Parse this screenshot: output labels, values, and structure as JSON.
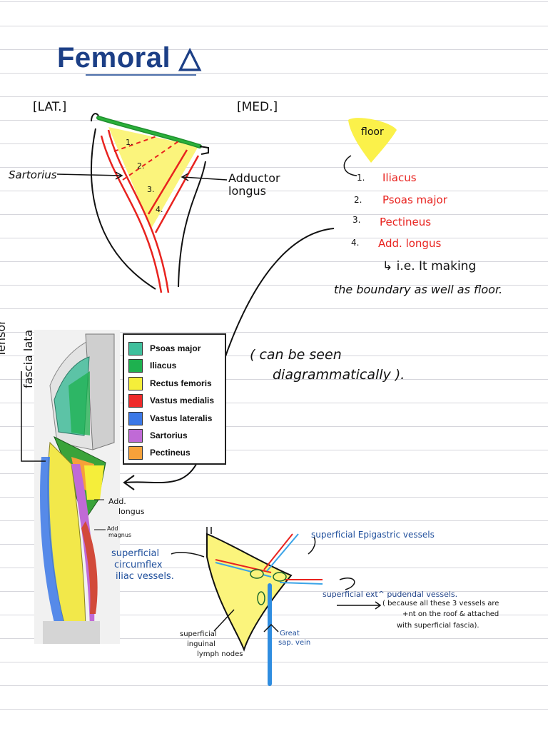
{
  "title": "Femoral",
  "orientation": {
    "lateral": "[LAT.]",
    "medial": "[MED.]"
  },
  "triangle_numbers": [
    "1.",
    "2.",
    "3.",
    "4."
  ],
  "labels": {
    "sartorius": "Sartorius",
    "adductor_line1": "Adductor",
    "adductor_line2": "longus"
  },
  "floor": {
    "badge": "floor",
    "items": [
      {
        "number": "1.",
        "name": "Iliacus"
      },
      {
        "number": "2.",
        "name": "Psoas major"
      },
      {
        "number": "3.",
        "name": "Pectineus"
      },
      {
        "number": "4.",
        "name": "Add. longus"
      }
    ],
    "note_line1": "↳ i.e. It making",
    "note_line2": "the boundary as well as floor."
  },
  "diagram_note": {
    "line1": "( can be seen",
    "line2": "diagrammatically )."
  },
  "anatomy_labels": {
    "tensor_line1": "Tensor",
    "tensor_line2": "fascia lata",
    "add_longus_line1": "Add.",
    "add_longus_line2": "longus",
    "add_magnus_line1": "Add",
    "add_magnus_line2": "magnus"
  },
  "legend": [
    {
      "label": "Psoas major",
      "color": "#3fbf9c"
    },
    {
      "label": "Iliacus",
      "color": "#1eb14f"
    },
    {
      "label": "Rectus femoris",
      "color": "#f5ee3a"
    },
    {
      "label": "Vastus medialis",
      "color": "#ee2a2a"
    },
    {
      "label": "Vastus lateralis",
      "color": "#3b78e7"
    },
    {
      "label": "Sartorius",
      "color": "#c06ad6"
    },
    {
      "label": "Pectineus",
      "color": "#f6a13a"
    }
  ],
  "roof": {
    "epigastric": "superficial Epigastric vessels",
    "circumflex_line1": "superficial",
    "circumflex_line2": "circumflex",
    "circumflex_line3": "iliac vessels.",
    "pudendal": "superficial ext^ pudendal vessels.",
    "because_line1": "( because all these 3 vessels are",
    "because_line2": "+nt on the roof & attached",
    "because_line3": "with superficial fascia).",
    "lymph_line1": "superficial",
    "lymph_line2": "inguinal",
    "lymph_line3": "lymph nodes",
    "vein_line1": "Great",
    "vein_line2": "sap. vein"
  }
}
